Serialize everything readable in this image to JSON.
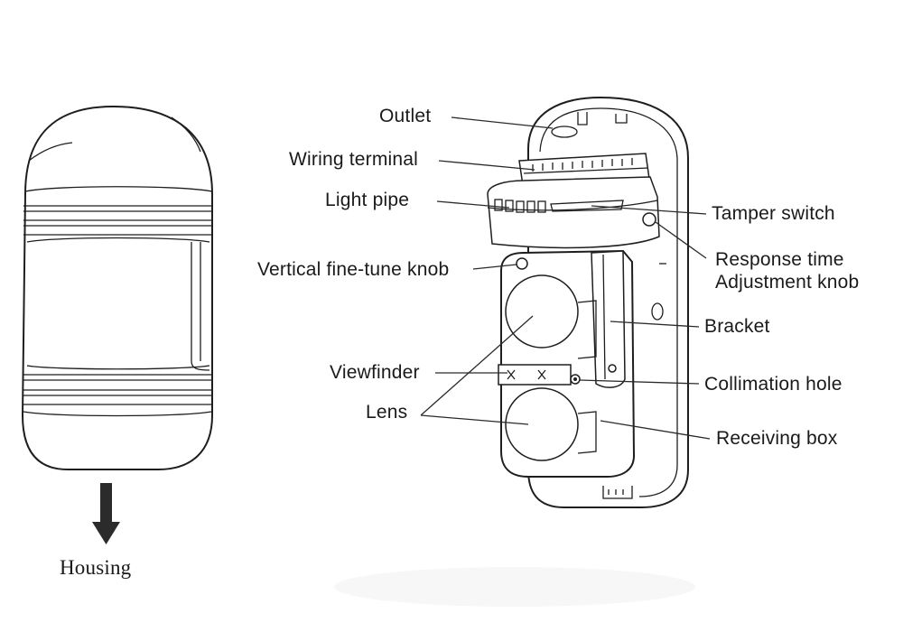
{
  "labels": {
    "outlet": "Outlet",
    "wiring_terminal": "Wiring terminal",
    "light_pipe": "Light pipe",
    "tamper_switch": "Tamper switch",
    "response_time_line1": "Response time",
    "response_time_line2": "Adjustment knob",
    "vertical_fine_tune_knob": "Vertical fine-tune knob",
    "bracket": "Bracket",
    "viewfinder": "Viewfinder",
    "collimation_hole": "Collimation hole",
    "lens": "Lens",
    "receiving_box": "Receiving box",
    "housing": "Housing"
  },
  "colors": {
    "line": "#1e1e1e",
    "text": "#1a1a1a",
    "arrow": "#2b2b2b"
  },
  "icons": [
    "down-arrow-icon"
  ]
}
